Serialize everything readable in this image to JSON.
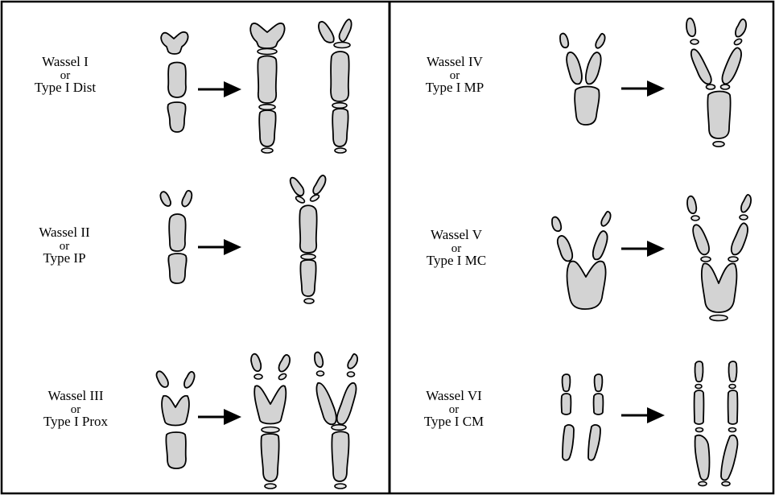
{
  "panels": [
    {
      "id": "wassel-1",
      "name": "Wassel I",
      "connector": "or",
      "type": "Type I Dist"
    },
    {
      "id": "wassel-2",
      "name": "Wassel II",
      "connector": "or",
      "type": "Type IP"
    },
    {
      "id": "wassel-3",
      "name": "Wassel III",
      "connector": "or",
      "type": "Type I Prox"
    },
    {
      "id": "wassel-4",
      "name": "Wassel IV",
      "connector": "or",
      "type": "Type I MP"
    },
    {
      "id": "wassel-5",
      "name": "Wassel V",
      "connector": "or",
      "type": "Type I MC"
    },
    {
      "id": "wassel-6",
      "name": "Wassel VI",
      "connector": "or",
      "type": "Type I CM"
    }
  ],
  "colors": {
    "bone_fill": "#d3d3d3",
    "outline": "#000000",
    "background": "#ffffff"
  }
}
